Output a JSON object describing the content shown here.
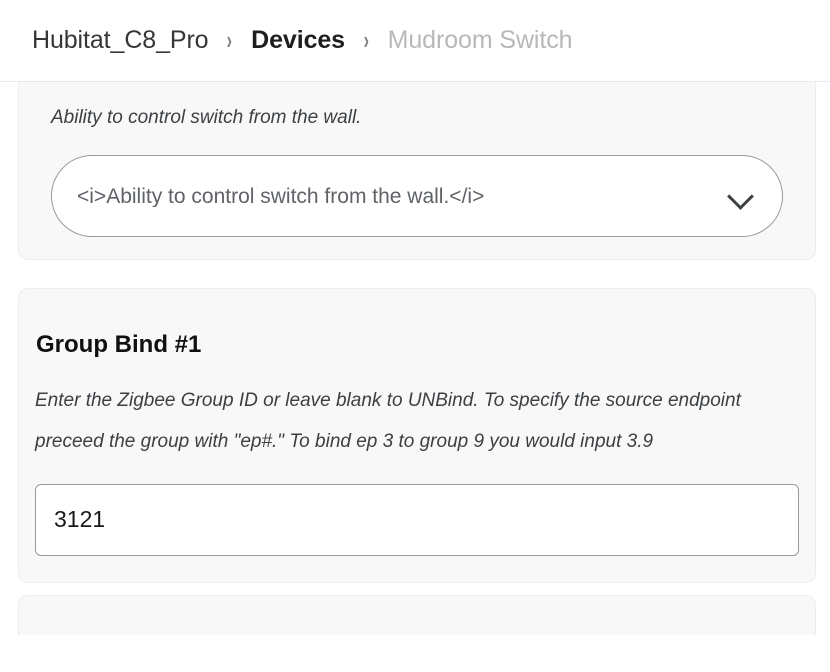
{
  "header": {
    "breadcrumb": {
      "separator": "›",
      "items": [
        {
          "label": "Hubitat_C8_Pro",
          "state": "link"
        },
        {
          "label": "Devices",
          "state": "link-active"
        },
        {
          "label": "Mudroom Switch",
          "state": "current"
        }
      ]
    }
  },
  "main": {
    "cards": [
      {
        "name": "wall-control-setting-card",
        "clipped_text": "",
        "description": "Ability to control switch from the wall.",
        "select": {
          "value": "<i>Ability to control switch from the wall.</i>",
          "icon": "chevron-down-icon"
        }
      },
      {
        "name": "group-bind-1-card",
        "title": "Group Bind #1",
        "description": "Enter the Zigbee Group ID or leave blank to UNBind. To specify the source endpoint preceed the group with \"ep#.\" To bind ep 3 to group 9 you would input 3.9",
        "input": {
          "value": "3121",
          "placeholder": ""
        }
      }
    ]
  },
  "colors": {
    "page_background": "#ffffff",
    "card_background": "#f8f8f9",
    "card_border": "#ececf1",
    "control_border": "#9a9a9a",
    "text_primary": "#18191b",
    "text_secondary": "#3c4043",
    "text_muted": "#5f6368",
    "text_disabled": "#b7b8bb"
  }
}
